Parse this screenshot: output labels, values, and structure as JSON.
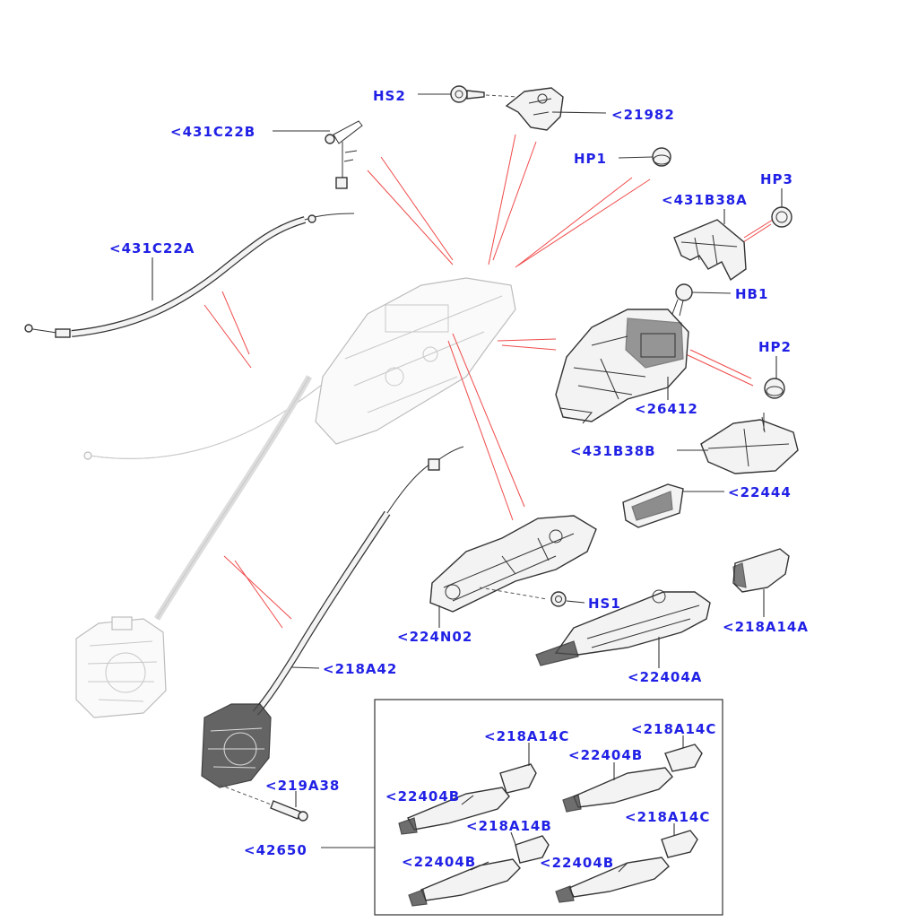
{
  "labels": {
    "hs2": "HS2",
    "p21982": "<21982",
    "p431c22b": "<431C22B",
    "hp1": "HP1",
    "hp3": "HP3",
    "p431b38a": "<431B38A",
    "p431c22a": "<431C22A",
    "hb1": "HB1",
    "hp2": "HP2",
    "p26412": "<26412",
    "p431b38b": "<431B38B",
    "p22444": "<22444",
    "hs1": "HS1",
    "p224n02": "<224N02",
    "p218a14a": "<218A14A",
    "p218a42": "<218A42",
    "p22404a": "<22404A",
    "p218a14c_1": "<218A14C",
    "p218a14c_2": "<218A14C",
    "p22404b_1": "<22404B",
    "p22404b_2": "<22404B",
    "p219a38": "<219A38",
    "p218a14b": "<218A14B",
    "p218a14c_3": "<218A14C",
    "p42650": "<42650",
    "p22404b_3": "<22404B",
    "p22404b_4": "<22404B"
  },
  "colors": {
    "callout": "#2121e6",
    "explode_rays": "#f04a4a",
    "line_art": "#333333"
  }
}
